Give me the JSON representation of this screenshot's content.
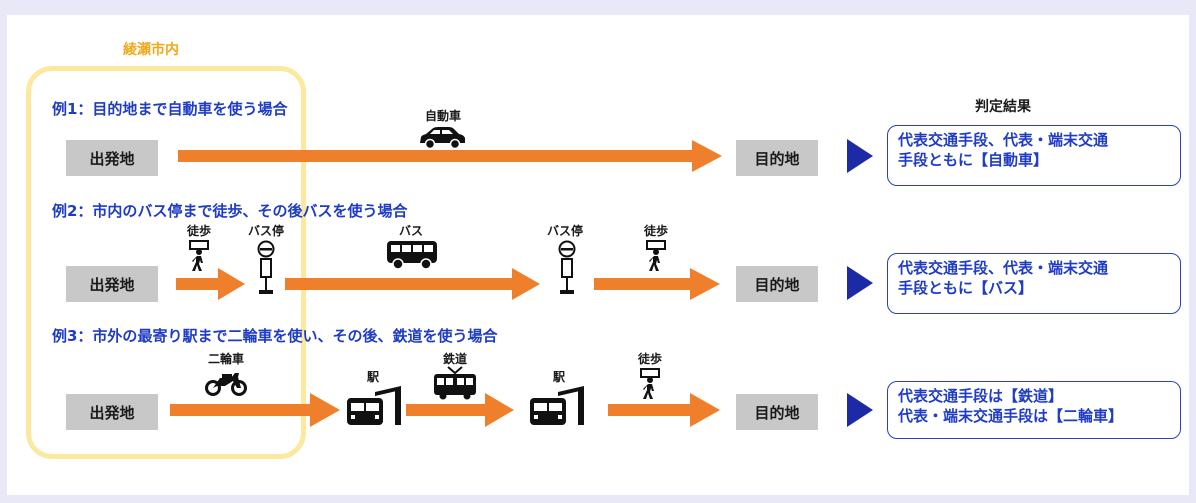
{
  "city_label": "綾瀬市内",
  "result_title": "判定結果",
  "examples": [
    {
      "heading": "例1：目的地まで自動車を使う場合",
      "origin": "出発地",
      "destination": "目的地",
      "mode_labels": [
        "自動車"
      ],
      "result_lines": [
        "代表交通手段、代表・端末交通",
        "手段ともに【自動車】"
      ]
    },
    {
      "heading": "例2：市内のバス停まで徒歩、その後バスを使う場合",
      "origin": "出発地",
      "destination": "目的地",
      "mode_labels": [
        "徒歩",
        "バス停",
        "バス",
        "バス停",
        "徒歩"
      ],
      "result_lines": [
        "代表交通手段、代表・端末交通",
        "手段ともに【バス】"
      ]
    },
    {
      "heading": "例3：市外の最寄り駅まで二輪車を使い、その後、鉄道を使う場合",
      "origin": "出発地",
      "destination": "目的地",
      "mode_labels": [
        "二輪車",
        "駅",
        "鉄道",
        "駅",
        "徒歩"
      ],
      "result_lines": [
        "代表交通手段は【鉄道】",
        "代表・端末交通手段は【二輪車】"
      ]
    }
  ],
  "colors": {
    "arrow": "#f07f2c",
    "heading": "#1f3cc4",
    "city_border": "#fde8a0",
    "city_label": "#f0a91a",
    "node_fill": "#c8c8c8",
    "triangle": "#1d2aa5"
  },
  "icons": [
    "car-icon",
    "walk-icon",
    "bus-stop-icon",
    "bus-icon",
    "motorcycle-icon",
    "station-icon",
    "tram-icon"
  ]
}
